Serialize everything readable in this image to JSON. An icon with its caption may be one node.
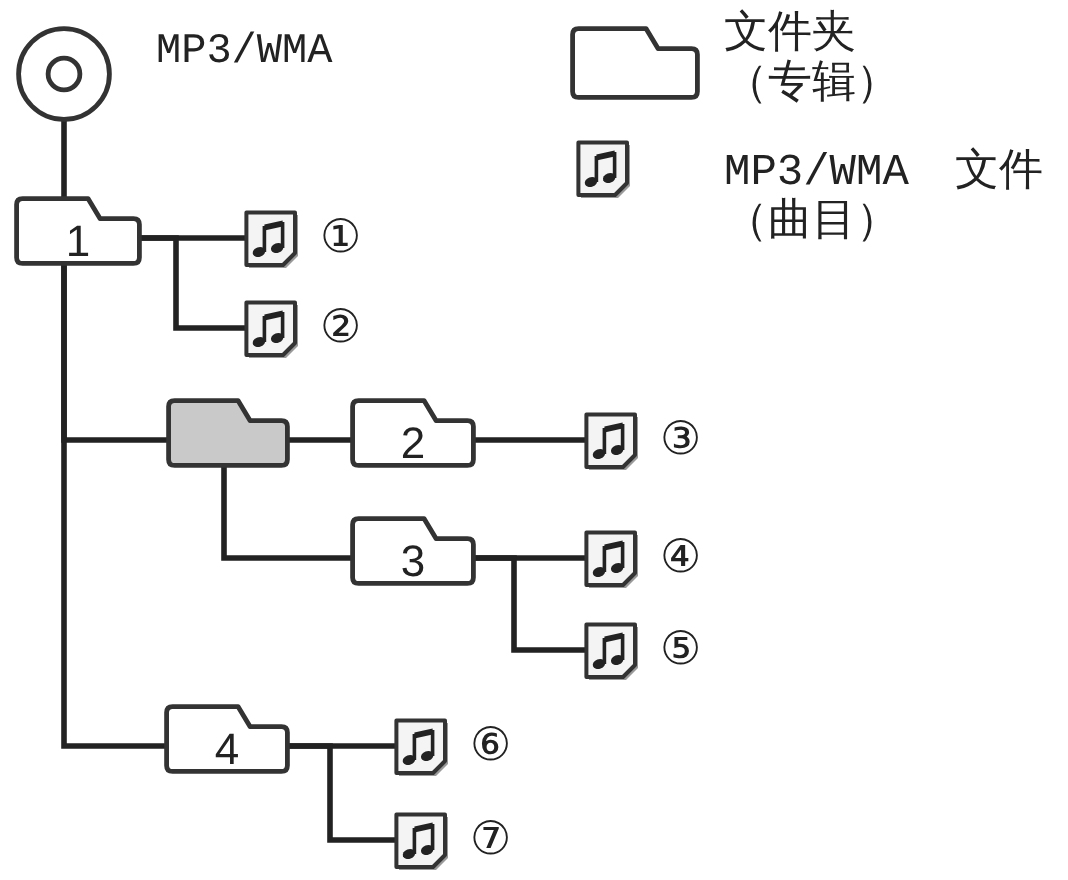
{
  "diagram": {
    "nodes": [
      {
        "text": [],
        "shape": "circle",
        "beside": [
          "MP3/WMA"
        ]
      },
      {
        "text": [
          "1"
        ]
      },
      {
        "text": [],
        "shape": "picture",
        "beside": [
          "①"
        ]
      },
      {
        "text": [],
        "shape": "picture",
        "beside": [
          "②"
        ]
      },
      {
        "text": [],
        "shape": "folder"
      },
      {
        "text": [
          "2"
        ]
      },
      {
        "text": [],
        "shape": "picture",
        "beside": [
          "③"
        ]
      },
      {
        "text": [
          "3"
        ]
      },
      {
        "text": [],
        "shape": "picture",
        "beside": [
          "④"
        ]
      },
      {
        "text": [],
        "shape": "picture",
        "beside": [
          "⑤"
        ]
      },
      {
        "text": [
          "4"
        ]
      },
      {
        "text": [],
        "shape": "picture",
        "beside": [
          "⑥"
        ]
      },
      {
        "text": [],
        "shape": "picture",
        "beside": [
          "⑦"
        ]
      }
    ],
    "edges": [
      {
        "from": 0,
        "to": 1,
        "arrow": "none"
      },
      {
        "from": 1,
        "to": 2,
        "arrow": "none"
      },
      {
        "from": 1,
        "to": 3,
        "arrow": "none"
      },
      {
        "from": 1,
        "to": 4,
        "arrow": "none"
      },
      {
        "from": 1,
        "to": 10,
        "arrow": "none"
      },
      {
        "from": 4,
        "to": 5,
        "arrow": "none"
      },
      {
        "from": 4,
        "to": 7,
        "arrow": "none"
      },
      {
        "from": 5,
        "to": 6,
        "arrow": "none"
      },
      {
        "from": 7,
        "to": 8,
        "arrow": "none"
      },
      {
        "from": 7,
        "to": 9,
        "arrow": "none"
      },
      {
        "from": 10,
        "to": 11,
        "arrow": "none"
      },
      {
        "from": 10,
        "to": 12,
        "arrow": "none"
      }
    ],
    "legend": [
      {
        "text": "文件夹（专辑）"
      },
      {
        "text": "MP3/WMA 文件（曲目）"
      }
    ]
  }
}
